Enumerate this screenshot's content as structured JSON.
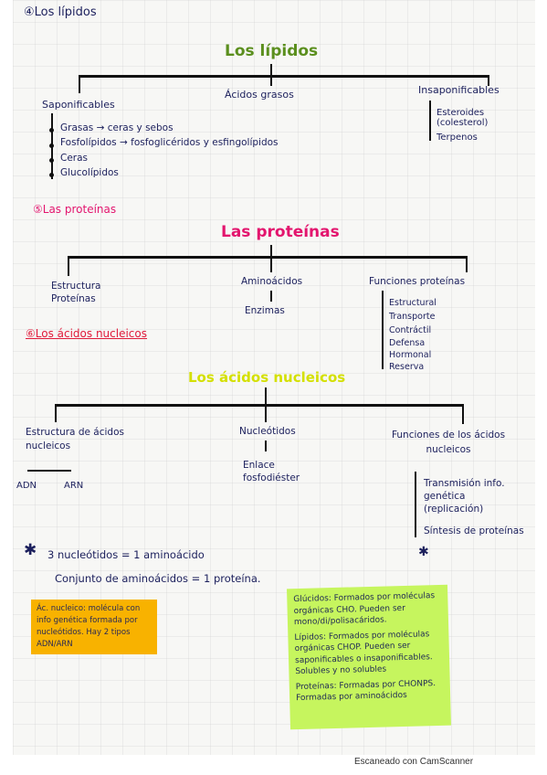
{
  "section4": {
    "heading": "④Los lípidos",
    "title": "Los lípidos",
    "branches": [
      "Saponificables",
      "Ácidos grasos",
      "Insaponificables"
    ],
    "saponificables": [
      "Grasas → ceras y sebos",
      "Fosfolípidos → fosfoglicéridos y esfingolípidos",
      "Ceras",
      "Glucolípidos"
    ],
    "insaponificables": [
      "Esteroides (colesterol)",
      "Terpenos"
    ]
  },
  "section5": {
    "heading": "⑤Las proteínas",
    "title": "Las proteínas",
    "branches": [
      "Estructura Proteínas",
      "Aminoácidos",
      "Funciones proteínas"
    ],
    "aminoacidos_child": "Enzimas",
    "funciones": [
      "Estructural",
      "Transporte",
      "Contráctil",
      "Defensa",
      "Hormonal",
      "Reserva"
    ]
  },
  "section6": {
    "heading": "⑥Los ácidos nucleicos",
    "title": "Los ácidos nucleicos",
    "branches": [
      "Estructura de ácidos nucleicos",
      "Nucleótidos",
      "Funciones de los ácidos nucleicos"
    ],
    "estructura_children": [
      "ADN",
      "ARN"
    ],
    "nucleotidos_child": "Enlace fosfodiéster",
    "funciones": [
      "Transmisión info. genética (replicación)",
      "Síntesis de proteínas"
    ],
    "funciones_mark": "✱"
  },
  "footnote": {
    "mark": "✱",
    "line1": "3 nucleótidos = 1 aminoácido",
    "line2": "Conjunto de aminoácidos = 1 proteína."
  },
  "note_orange": {
    "text": "Ác. nucleico: molécula con info genética formada por nucleótidos. Hay 2 tipos ADN/ARN"
  },
  "note_green": {
    "glucidos": "Glúcidos: Formados por moléculas orgánicas CHO. Pueden ser mono/di/polisacáridos.",
    "lipidos": "Lípidos: Formados por moléculas orgánicas CHOP. Pueden ser saponificables o insaponificables. Solubles y no solubles",
    "proteinas": "Proteínas: Formadas por CHONPS. Formadas por aminoácidos"
  },
  "footer": "Escaneado con CamScanner",
  "colors": {
    "ink": "#1b1f5c",
    "green_title": "#5b8f1e",
    "pink": "#e3156e",
    "red": "#e01a3a",
    "yellow_title": "#d4e000",
    "note_orange": "#f8b200",
    "note_green": "#c6f55e"
  }
}
